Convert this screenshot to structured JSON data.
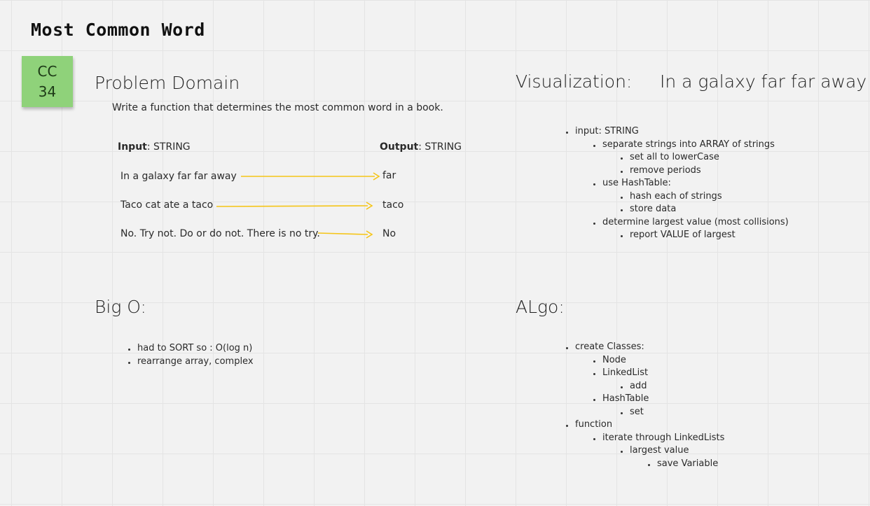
{
  "board": {
    "title": "Most Common Word"
  },
  "sticky": {
    "line1": "CC",
    "line2": "34",
    "color": "#8fd27a"
  },
  "problem": {
    "heading": "Problem Domain",
    "description": "Write a function that determines the most common word in a book.",
    "input_label": "Input",
    "input_type": ": STRING",
    "output_label": "Output",
    "output_type": ": STRING",
    "examples": [
      {
        "input": "In a galaxy far far away",
        "output": "far"
      },
      {
        "input": "Taco cat ate a taco",
        "output": "taco"
      },
      {
        "input": "No. Try not. Do or do not. There is no try.",
        "output": "No"
      }
    ],
    "arrow_color": "#f5c518"
  },
  "visualization": {
    "heading": "Visualization:",
    "example": "In a galaxy far far away",
    "items": [
      {
        "text": "input: STRING",
        "level": 0
      },
      {
        "text": "separate strings into ARRAY of strings",
        "level": 1
      },
      {
        "text": "set all to lowerCase",
        "level": 2
      },
      {
        "text": "remove periods",
        "level": 2
      },
      {
        "text": "use HashTable:",
        "level": 1
      },
      {
        "text": "hash each of strings",
        "level": 2
      },
      {
        "text": "store data",
        "level": 2
      },
      {
        "text": "determine largest value (most collisions)",
        "level": 1
      },
      {
        "text": "report VALUE of largest",
        "level": 2
      }
    ]
  },
  "bigo": {
    "heading": "Big O:",
    "items": [
      {
        "text": "had to SORT so : O(log n)",
        "level": 0
      },
      {
        "text": "rearrange array, complex",
        "level": 0
      }
    ]
  },
  "algo": {
    "heading": "ALgo:",
    "items": [
      {
        "text": "create Classes:",
        "level": 0
      },
      {
        "text": "Node",
        "level": 1
      },
      {
        "text": "LinkedList",
        "level": 1
      },
      {
        "text": "add",
        "level": 2
      },
      {
        "text": "HashTable",
        "level": 1
      },
      {
        "text": "set",
        "level": 2
      },
      {
        "text": "function",
        "level": 0
      },
      {
        "text": "iterate through LinkedLists",
        "level": 1
      },
      {
        "text": "largest value",
        "level": 2
      },
      {
        "text": "save Variable",
        "level": 3
      }
    ]
  }
}
